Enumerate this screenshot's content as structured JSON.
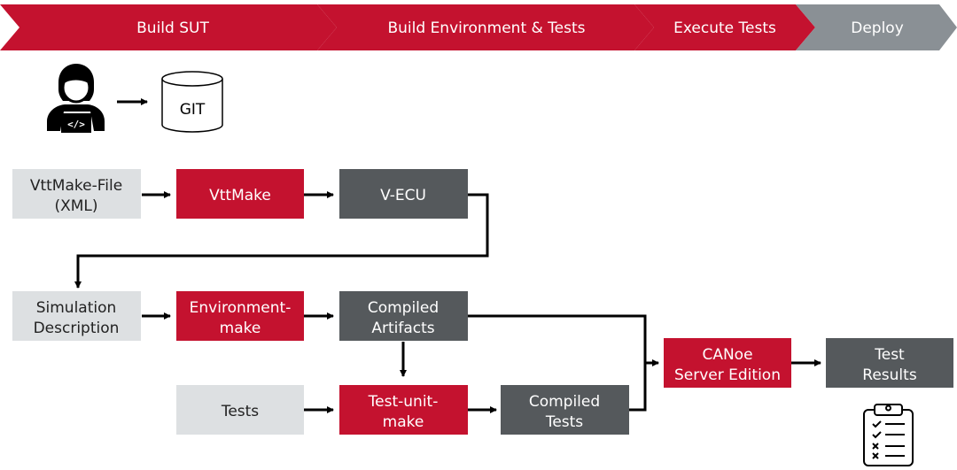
{
  "pipeline": {
    "stages": [
      {
        "label": "Build SUT",
        "color": "#c4122f"
      },
      {
        "label": "Build Environment & Tests",
        "color": "#c4122f"
      },
      {
        "label": "Execute Tests",
        "color": "#c4122f"
      },
      {
        "label": "Deploy",
        "color": "#8a9095"
      }
    ]
  },
  "repo": {
    "label": "GIT"
  },
  "icons": {
    "developer": "developer-laptop-icon",
    "database": "database-icon",
    "checklist": "clipboard-checklist-icon"
  },
  "colors": {
    "red": "#c4122f",
    "dark": "#55595c",
    "light": "#dde0e2",
    "text_dark": "#222222"
  },
  "nodes": {
    "vttmake_file": {
      "line1": "VttMake-File",
      "line2": "(XML)"
    },
    "vttmake": {
      "line1": "VttMake"
    },
    "vecu": {
      "line1": "V-ECU"
    },
    "sim_desc": {
      "line1": "Simulation",
      "line2": "Description"
    },
    "env_make": {
      "line1": "Environment-",
      "line2": "make"
    },
    "compiled_artifacts": {
      "line1": "Compiled",
      "line2": "Artifacts"
    },
    "tests": {
      "line1": "Tests"
    },
    "test_unit_make": {
      "line1": "Test-unit-",
      "line2": "make"
    },
    "compiled_tests": {
      "line1": "Compiled",
      "line2": "Tests"
    },
    "canoe": {
      "line1": "CANoe",
      "line2": "Server Edition"
    },
    "test_results": {
      "line1": "Test",
      "line2": "Results"
    }
  }
}
